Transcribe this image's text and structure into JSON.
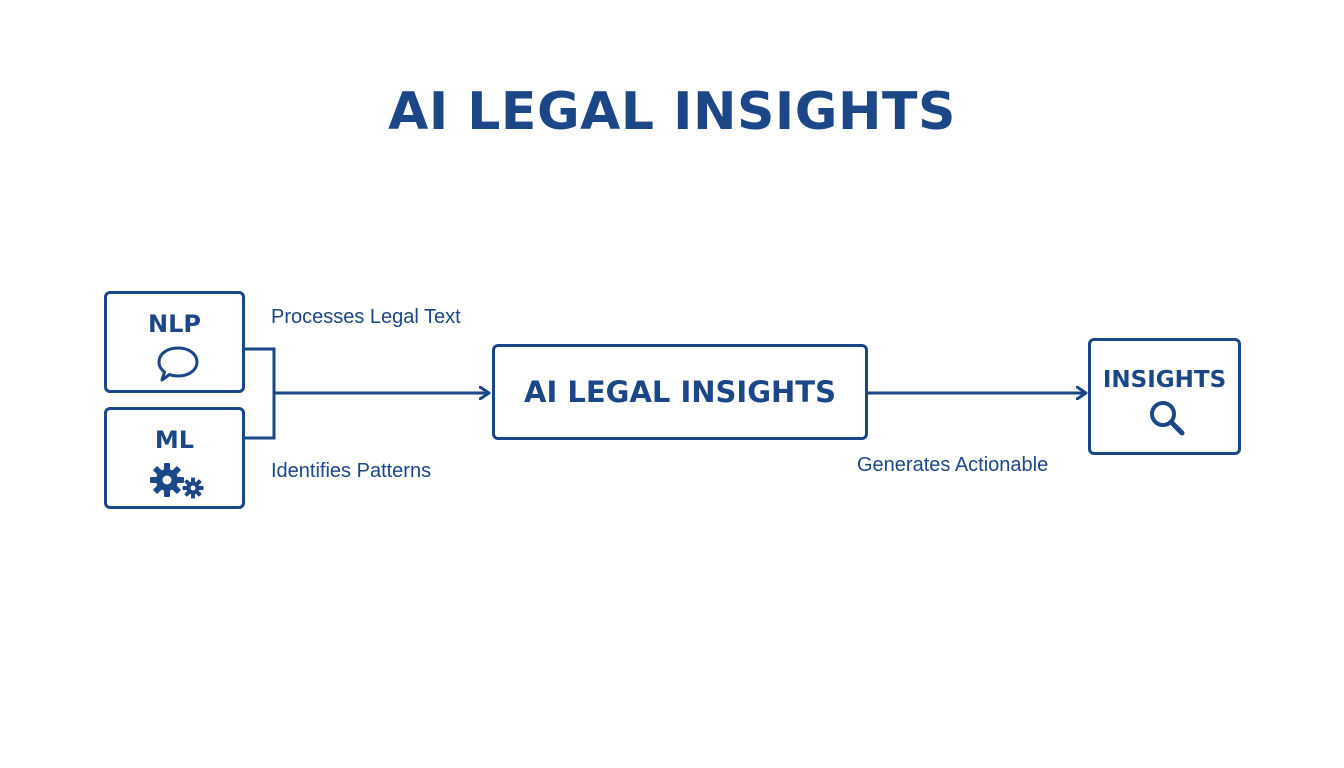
{
  "title": "AI LEGAL INSIGHTS",
  "colors": {
    "primary": "#1b4687",
    "background": "#ffffff"
  },
  "nodes": {
    "nlp": {
      "label": "NLP",
      "icon": "speech-bubble-icon"
    },
    "ml": {
      "label": "ML",
      "icon": "gears-icon"
    },
    "center": {
      "label": "AI LEGAL INSIGHTS"
    },
    "insights": {
      "label": "INSIGHTS",
      "icon": "magnifier-icon"
    }
  },
  "captions": {
    "nlp": "Processes Legal Text",
    "ml": "Identifies Patterns",
    "insights": "Generates Actionable"
  }
}
